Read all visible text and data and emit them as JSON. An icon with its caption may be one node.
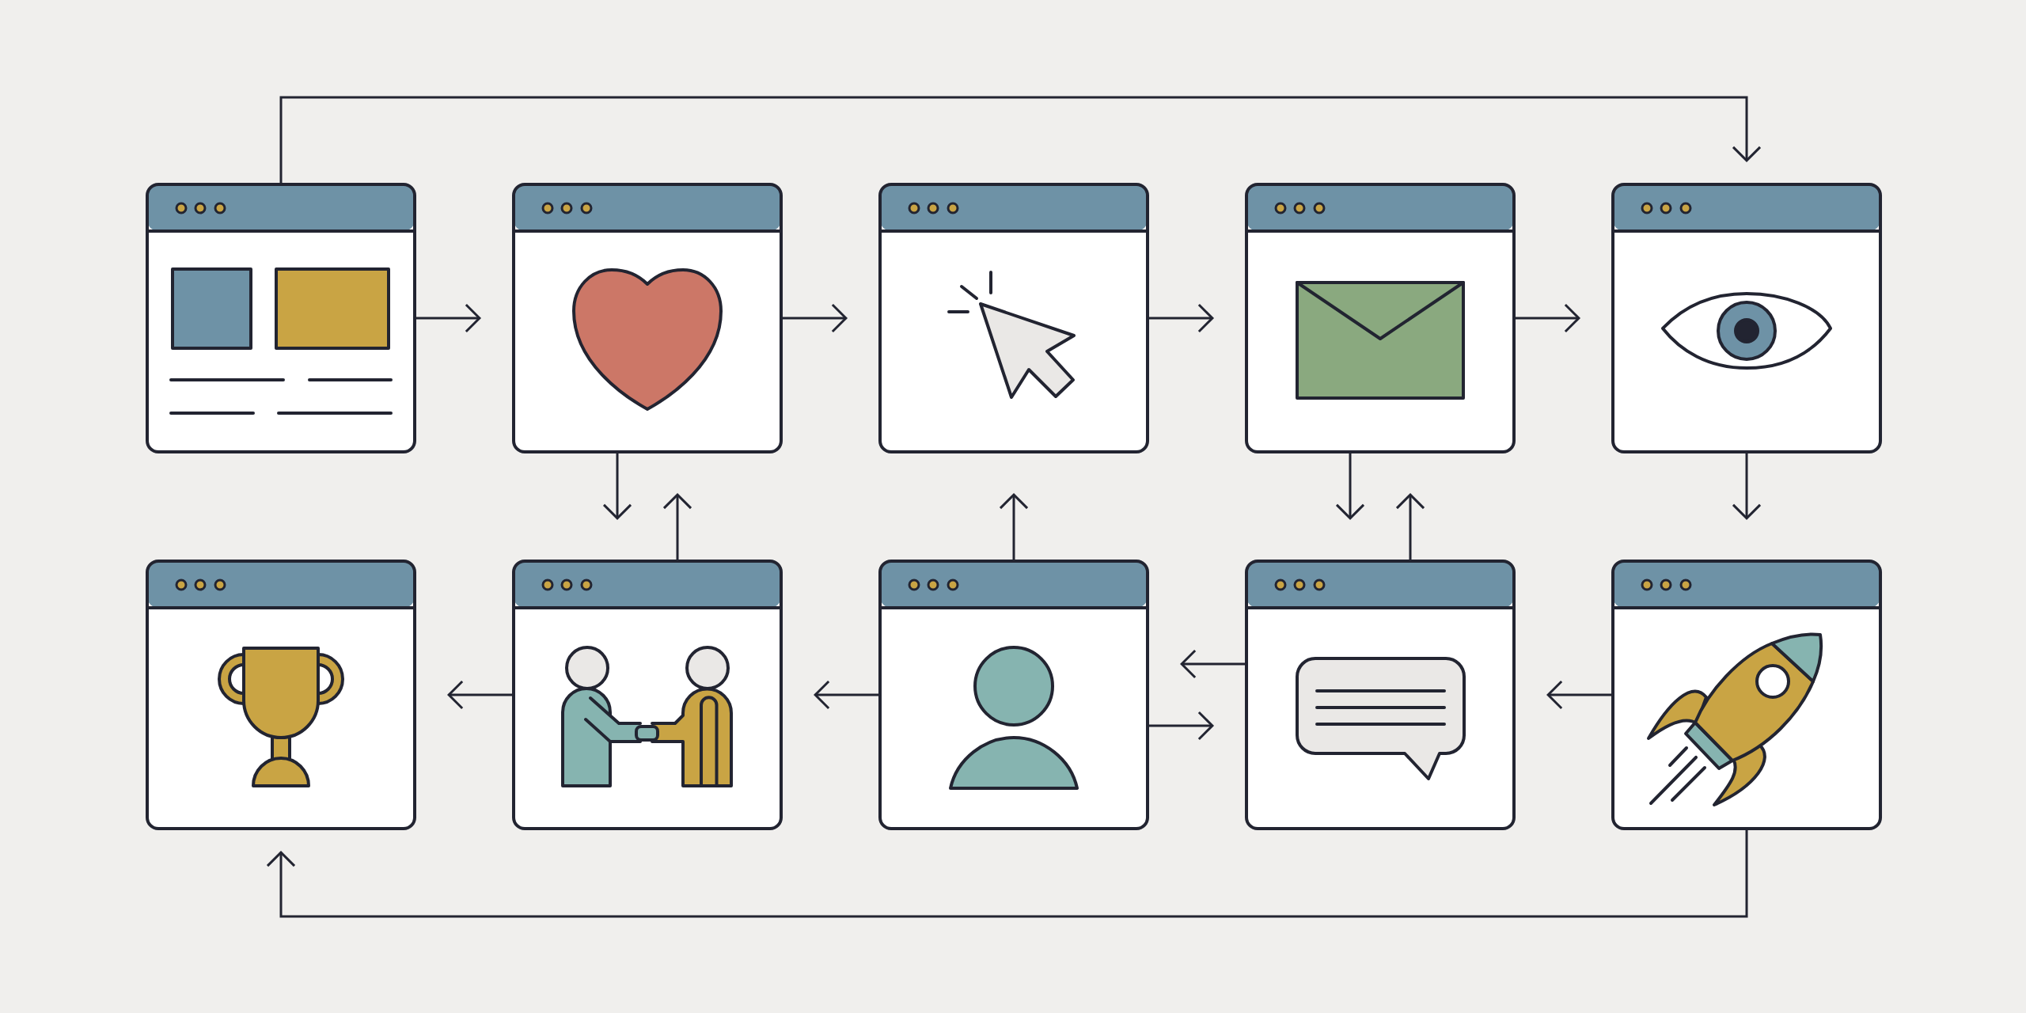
{
  "diagram": {
    "nodes": [
      {
        "text": [],
        "shape": "picture"
      },
      {
        "text": [],
        "shape": "picture"
      },
      {
        "text": [],
        "shape": "picture"
      },
      {
        "text": [],
        "shape": "picture"
      },
      {
        "text": [],
        "shape": "picture"
      },
      {
        "text": [],
        "shape": "picture"
      },
      {
        "text": [],
        "shape": "picture"
      },
      {
        "text": [],
        "shape": "picture"
      },
      {
        "text": [],
        "shape": "picture"
      },
      {
        "text": [],
        "shape": "picture"
      }
    ],
    "edges": [
      {
        "from": 0,
        "to": 4,
        "arrow": "to"
      },
      {
        "from": 0,
        "to": 1,
        "arrow": "to"
      },
      {
        "from": 1,
        "to": 2,
        "arrow": "to"
      },
      {
        "from": 2,
        "to": 3,
        "arrow": "to"
      },
      {
        "from": 3,
        "to": 4,
        "arrow": "to"
      },
      {
        "from": 1,
        "to": 6,
        "arrow": "to"
      },
      {
        "from": 6,
        "to": 1,
        "arrow": "to"
      },
      {
        "from": 7,
        "to": 2,
        "arrow": "to"
      },
      {
        "from": 3,
        "to": 8,
        "arrow": "to"
      },
      {
        "from": 8,
        "to": 3,
        "arrow": "to"
      },
      {
        "from": 4,
        "to": 9,
        "arrow": "to"
      },
      {
        "from": 8,
        "to": 7,
        "arrow": "to"
      },
      {
        "from": 7,
        "to": 8,
        "arrow": "to"
      },
      {
        "from": 9,
        "to": 8,
        "arrow": "to"
      },
      {
        "from": 7,
        "to": 6,
        "arrow": "to"
      },
      {
        "from": 6,
        "to": 5,
        "arrow": "to"
      },
      {
        "from": 9,
        "to": 5,
        "arrow": "to"
      }
    ]
  }
}
